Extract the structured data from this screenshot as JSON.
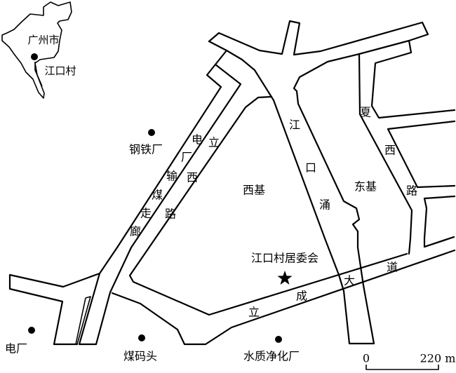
{
  "inset": {
    "city": "广州市",
    "village": "江口村"
  },
  "places": {
    "steel_plant": "钢铁厂",
    "power_plant": "电厂",
    "coal_wharf": "煤码头",
    "water_plant": "水质净化厂",
    "xiji": "西基",
    "dongji": "东基",
    "committee": "江口村居委会"
  },
  "roads": {
    "corridor": [
      "电",
      "厂",
      "输",
      "煤",
      "走",
      "廊"
    ],
    "lixi_road": [
      "立",
      "西",
      "路"
    ],
    "stream": [
      "江",
      "口",
      "涌"
    ],
    "xiaxi_road": [
      "夏",
      "西",
      "路"
    ],
    "licheng_avenue": [
      "立",
      "成",
      "大",
      "道"
    ]
  },
  "scale": {
    "start": "0",
    "end": "220 m"
  },
  "colors": {
    "ink": "#000000",
    "background": "#ffffff"
  }
}
